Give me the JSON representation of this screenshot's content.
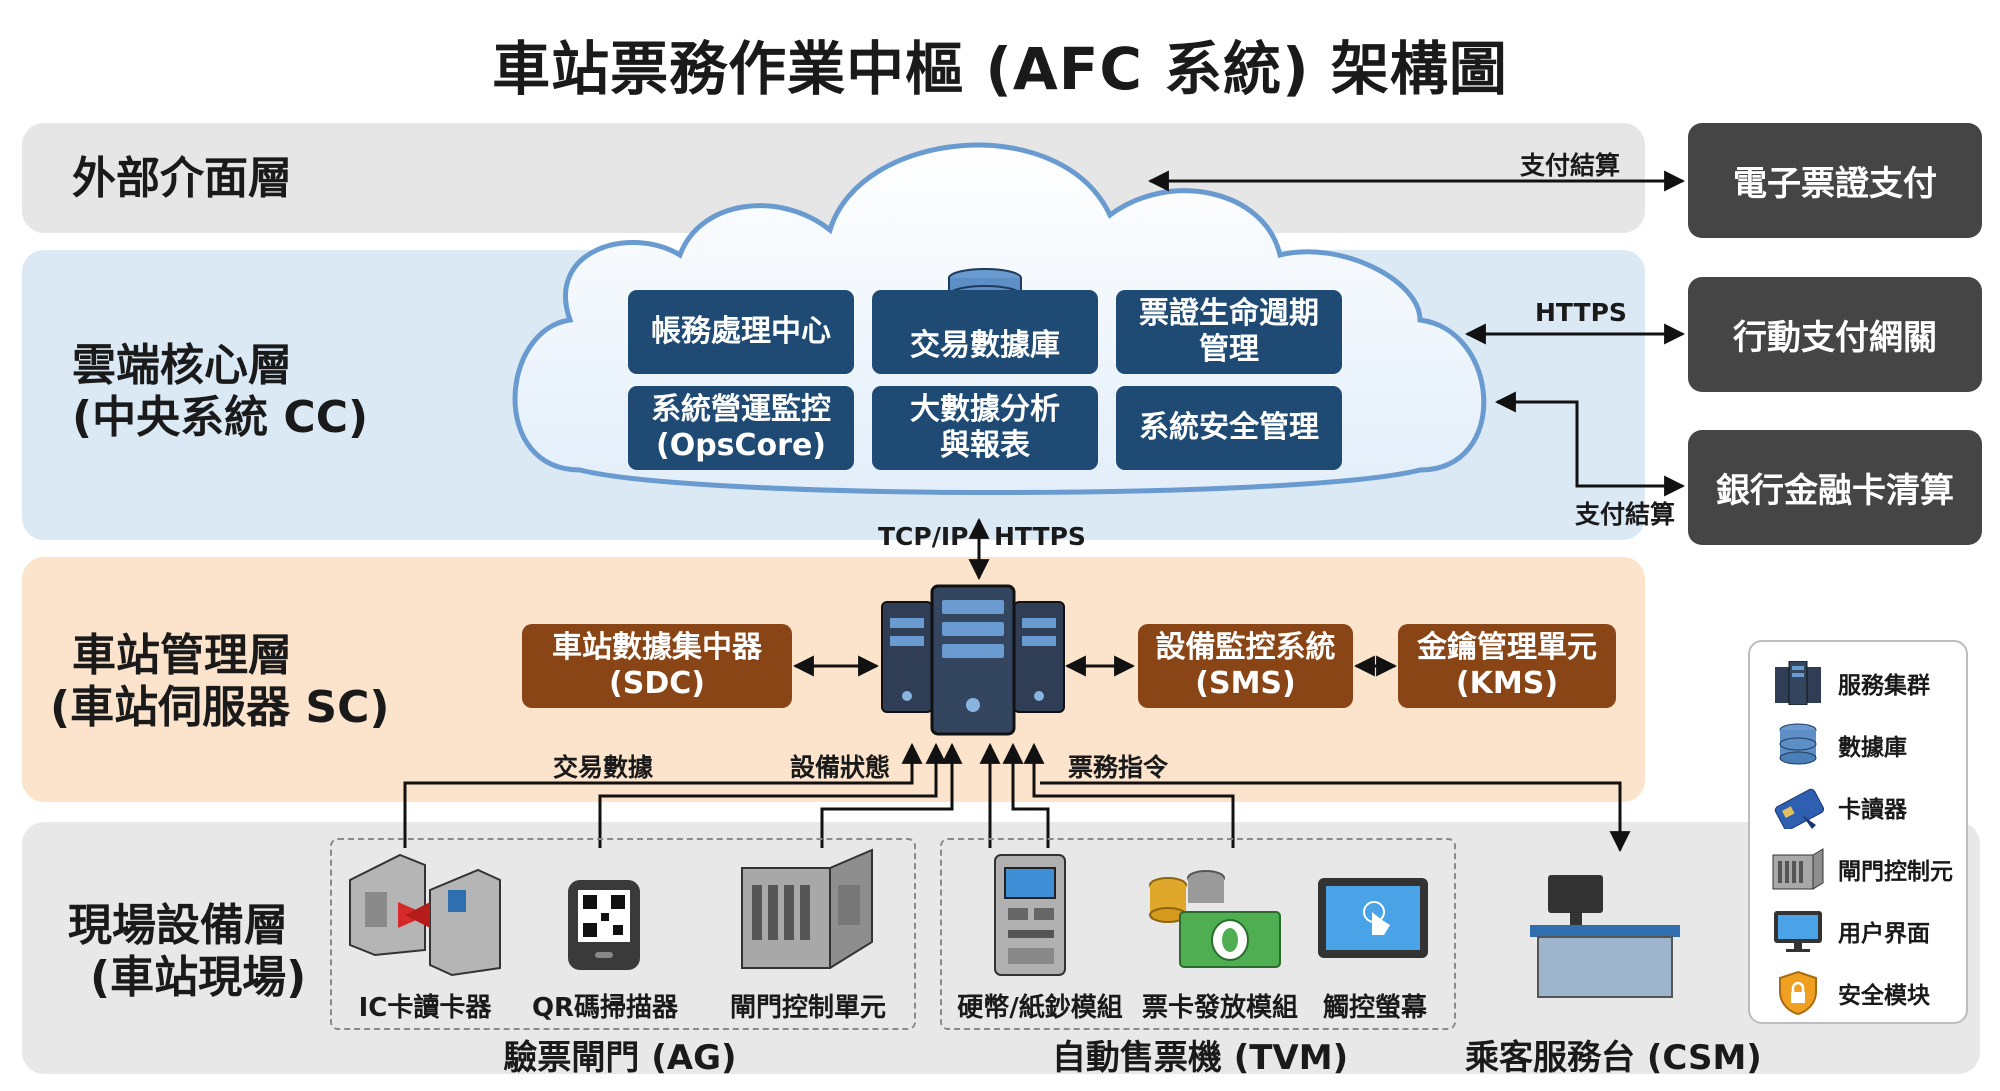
{
  "title": "車站票務作業中樞 (AFC 系統) 架構圖",
  "layers": {
    "external": "外部介面層",
    "cloud": [
      "雲端核心層",
      "(中央系統 CC)"
    ],
    "station": [
      "車站管理層",
      "(車站伺服器 SC)"
    ],
    "field": [
      "現場設備層",
      "(車站現場)"
    ]
  },
  "external_systems": {
    "e_ticket": "電子票證支付",
    "mobile_pay": "行動支付網關",
    "bank_card": "銀行金融卡清算"
  },
  "connections": {
    "settlement_top": "支付結算",
    "https": "HTTPS",
    "settlement_bottom": "支付結算",
    "tcpip": "TCP/IP",
    "https_vertical": "HTTPS",
    "transaction_data": "交易數據",
    "device_status": "設備狀態",
    "ticket_command": "票務指令"
  },
  "cloud_modules": {
    "accounting": "帳務處理中心",
    "database": "交易數據庫",
    "lifecycle": [
      "票證生命週期",
      "管理"
    ],
    "opscore": [
      "系統營運監控",
      "(OpsCore)"
    ],
    "bigdata": [
      "大數據分析",
      "與報表"
    ],
    "security": "系統安全管理"
  },
  "station_modules": {
    "sdc": [
      "車站數據集中器",
      "(SDC)"
    ],
    "sms": [
      "設備監控系統",
      "(SMS)"
    ],
    "kms": [
      "金鑰管理單元",
      "(KMS)"
    ]
  },
  "devices": {
    "ic_reader": "IC卡讀卡器",
    "qr_scanner": "QR碼掃描器",
    "gate_control": "閘門控制單元",
    "cash_module": "硬幣/紙鈔模組",
    "card_issue": "票卡發放模組",
    "touch_screen": "觸控螢幕"
  },
  "groups": {
    "ag": "驗票閘門 (AG)",
    "tvm": "自動售票機 (TVM)",
    "csm": "乘客服務台 (CSM)"
  },
  "legend": [
    {
      "icon": "server-cluster-icon",
      "label": "服務集群"
    },
    {
      "icon": "database-icon",
      "label": "數據庫"
    },
    {
      "icon": "card-reader-icon",
      "label": "卡讀器"
    },
    {
      "icon": "gate-controller-icon",
      "label": "閘門控制元"
    },
    {
      "icon": "monitor-icon",
      "label": "用户界面"
    },
    {
      "icon": "security-shield-icon",
      "label": "安全模块"
    }
  ],
  "colors": {
    "cloud_module": "#1e4a73",
    "station_module": "#8a4516",
    "external_box": "#454545",
    "cloud_band": "#dbe9f5",
    "station_band": "#fbe3cc"
  }
}
